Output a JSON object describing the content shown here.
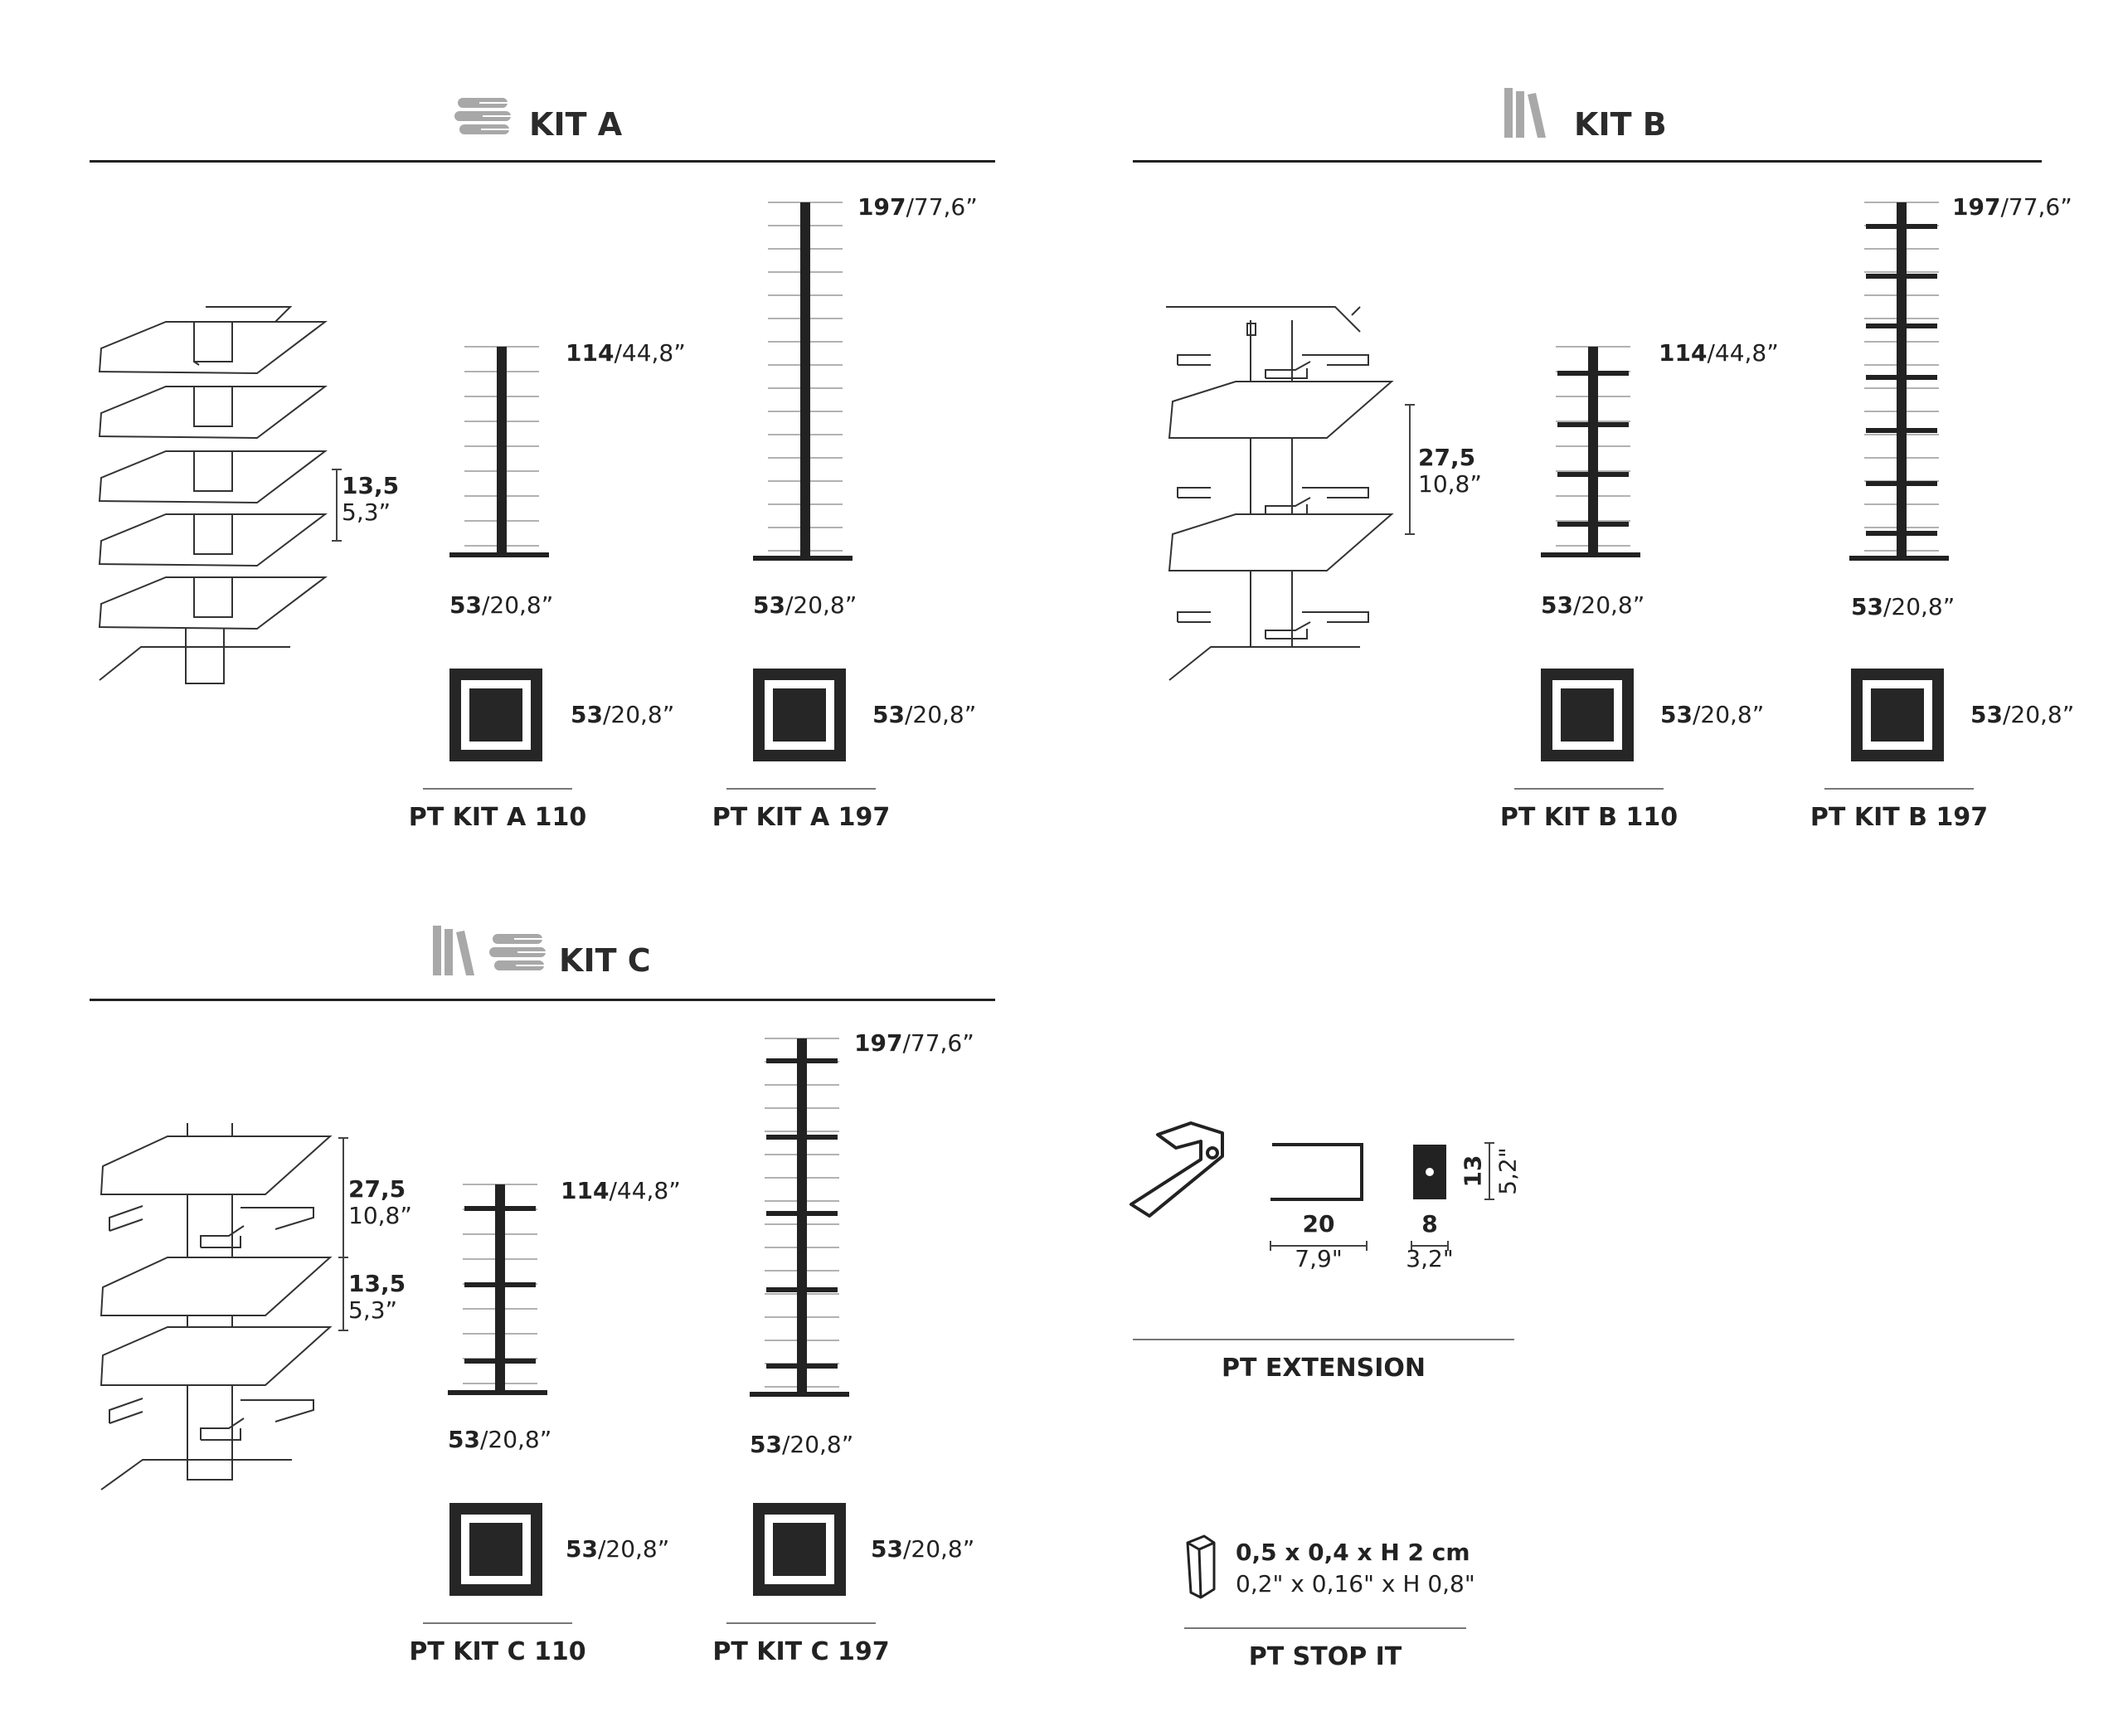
{
  "kits": {
    "a": {
      "title": "KIT A",
      "module_num": "13,5",
      "module_in": "5,3”",
      "p110": {
        "height_num": "114",
        "height_in": "/44,8”",
        "base_num": "53",
        "base_in": "/20,8”",
        "top_num": "53",
        "top_in": "/20,8”",
        "label": "PT KIT A 110"
      },
      "p197": {
        "height_num": "197",
        "height_in": "/77,6”",
        "base_num": "53",
        "base_in": "/20,8”",
        "top_num": "53",
        "top_in": "/20,8”",
        "label": "PT KIT A 197"
      }
    },
    "b": {
      "title": "KIT B",
      "module_num": "27,5",
      "module_in": "10,8”",
      "p110": {
        "height_num": "114",
        "height_in": "/44,8”",
        "base_num": "53",
        "base_in": "/20,8”",
        "top_num": "53",
        "top_in": "/20,8”",
        "label": "PT KIT B 110"
      },
      "p197": {
        "height_num": "197",
        "height_in": "/77,6”",
        "base_num": "53",
        "base_in": "/20,8”",
        "top_num": "53",
        "top_in": "/20,8”",
        "label": "PT KIT B 197"
      }
    },
    "c": {
      "title": "KIT C",
      "module1_num": "27,5",
      "module1_in": "10,8”",
      "module2_num": "13,5",
      "module2_in": "5,3”",
      "p110": {
        "height_num": "114",
        "height_in": "/44,8”",
        "base_num": "53",
        "base_in": "/20,8”",
        "top_num": "53",
        "top_in": "/20,8”",
        "label": "PT KIT C 110"
      },
      "p197": {
        "height_num": "197",
        "height_in": "/77,6”",
        "base_num": "53",
        "base_in": "/20,8”",
        "top_num": "53",
        "top_in": "/20,8”",
        "label": "PT KIT C 197"
      }
    }
  },
  "extension": {
    "label": "PT EXTENSION",
    "width_num": "20",
    "width_in": "7,9\"",
    "depth_num": "8",
    "depth_in": "3,2\"",
    "height_num": "13",
    "height_in": "5,2\""
  },
  "stop_it": {
    "label": "PT STOP IT",
    "dims_cm": "0,5 x 0,4 x H 2 cm",
    "dims_in": "0,2\" x 0,16\" x H 0,8\""
  },
  "colors": {
    "ink": "#222222",
    "icon_gray": "#a8a8a8",
    "rule": "#777777"
  }
}
